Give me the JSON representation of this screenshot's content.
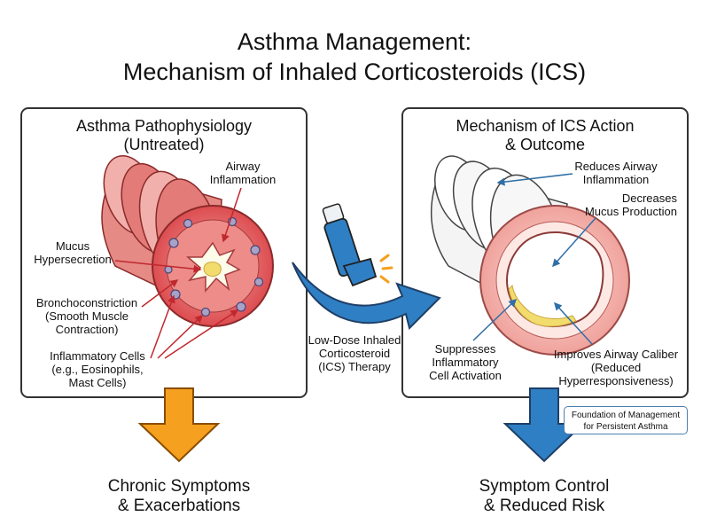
{
  "title": {
    "line1": "Asthma Management:",
    "line2": "Mechanism of Inhaled Corticosteroids (ICS)"
  },
  "left_panel": {
    "title_line1": "Asthma Pathophysiology",
    "title_line2": "(Untreated)",
    "labels": {
      "airway_inflammation": [
        "Airway",
        "Inflammation"
      ],
      "mucus": [
        "Mucus",
        "Hypersecretion"
      ],
      "bronchoconstriction": [
        "Bronchoconstriction",
        "(Smooth Muscle",
        "Contraction)"
      ],
      "inflammatory_cells": [
        "Inflammatory Cells",
        "(e.g., Eosinophils,",
        "Mast Cells)"
      ]
    },
    "outcome": [
      "Chronic Symptoms",
      "& Exacerbations"
    ]
  },
  "therapy_label": [
    "Low-Dose Inhaled",
    "Corticosteroid",
    "(ICS) Therapy"
  ],
  "right_panel": {
    "title_line1": "Mechanism of ICS Action",
    "title_line2": "& Outcome",
    "labels": {
      "reduces_inflammation": [
        "Reduces Airway",
        "Inflammation"
      ],
      "decreases_mucus": [
        "Decreases",
        "Mucus Production"
      ],
      "suppresses_cells": [
        "Suppresses",
        "Inflammatory",
        "Cell Activation"
      ],
      "improves_caliber": [
        "Improves Airway Caliber",
        "(Reduced",
        "Hyperresponsiveness)"
      ]
    },
    "outcome": [
      "Symptom Control",
      "& Reduced Risk"
    ],
    "badge": [
      "Foundation of Management",
      "for Persistent Asthma"
    ]
  },
  "colors": {
    "orange_arrow": "#f5a01e",
    "blue_arrow": "#2f7fc4",
    "inflamed_red": "#e1585a",
    "healthy_pink": "#f4b7b1",
    "mucus_yellow": "#f3dc6e",
    "panel_border": "#333333"
  }
}
